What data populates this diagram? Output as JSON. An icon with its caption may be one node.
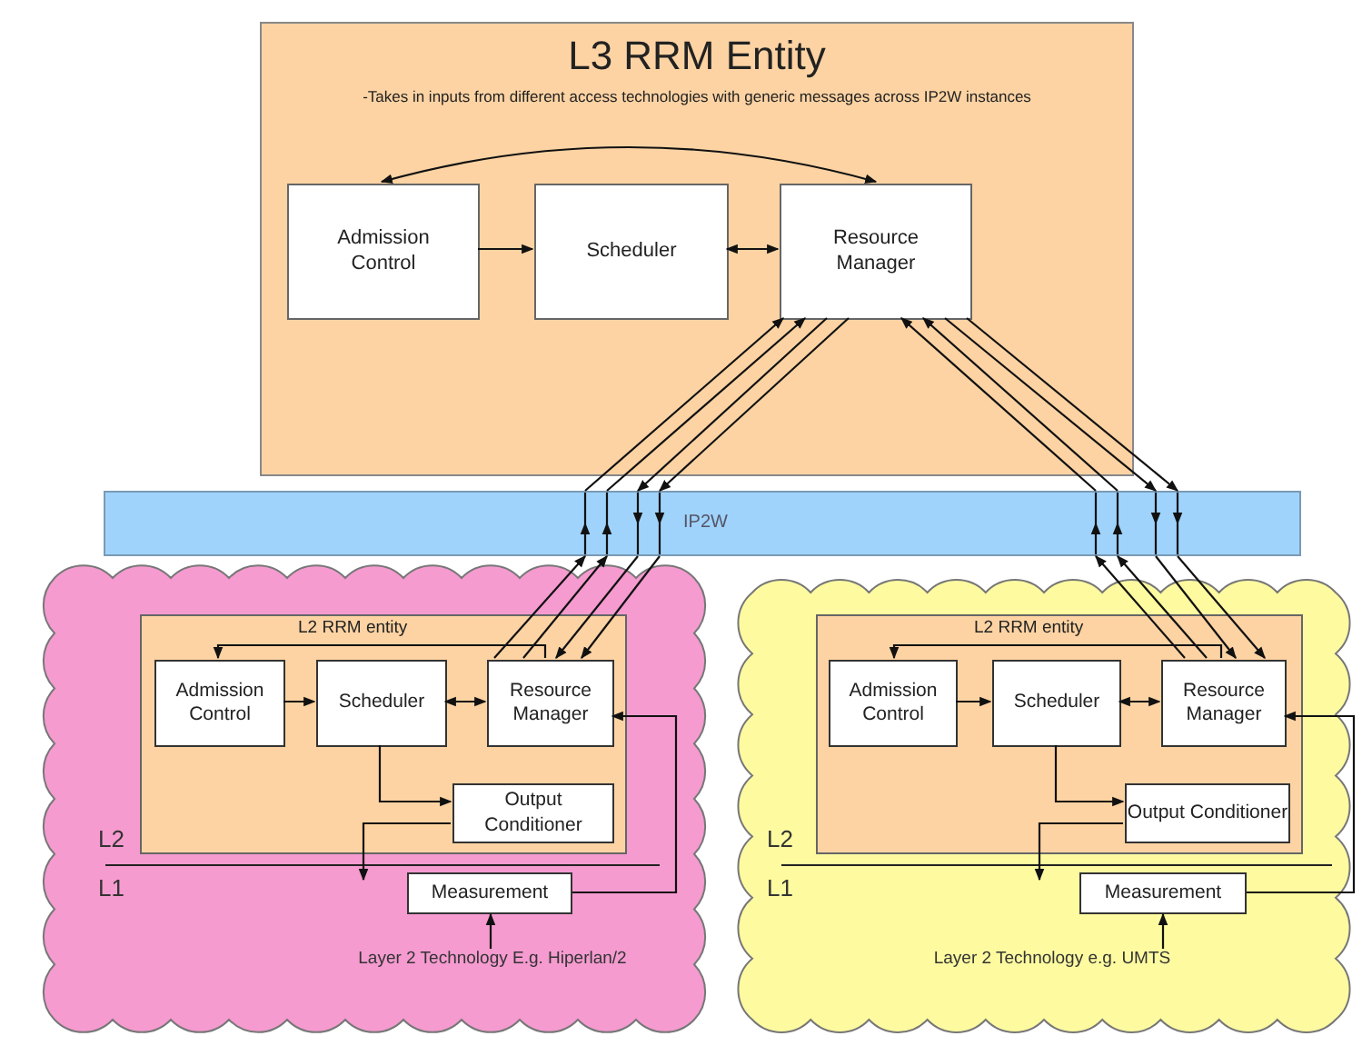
{
  "diagram": {
    "nodes": [
      {
        "text": [
          "L3 RRM Entity",
          "-Takes in inputs from different access technologies with generic messages across IP2W instances"
        ]
      },
      {
        "text": [
          "Admission Control"
        ],
        "in": 0
      },
      {
        "text": [
          "Scheduler"
        ],
        "in": 0
      },
      {
        "text": [
          "Resource Manager"
        ],
        "in": 0
      },
      {
        "text": [
          "IP2W"
        ]
      },
      {
        "text": [],
        "shape": "cloud"
      },
      {
        "text": [
          "L2 RRM entity"
        ],
        "in": 5
      },
      {
        "text": [
          "Admission Control"
        ],
        "in": 6
      },
      {
        "text": [
          "Scheduler"
        ],
        "in": 6
      },
      {
        "text": [
          "Resource Manager"
        ],
        "in": 6
      },
      {
        "text": [
          "Output Conditioner"
        ],
        "in": 6
      },
      {
        "text": [
          "Measurement"
        ],
        "in": 5
      },
      {
        "text": [
          "Layer 2 Technology E.g. Hiperlan/2"
        ],
        "in": 5
      },
      {
        "text": [],
        "shape": "cloud"
      },
      {
        "text": [
          "L2 RRM entity"
        ],
        "in": 13
      },
      {
        "text": [
          "Admission Control"
        ],
        "in": 14
      },
      {
        "text": [
          "Scheduler"
        ],
        "in": 14
      },
      {
        "text": [
          "Resource Manager"
        ],
        "in": 14
      },
      {
        "text": [
          "Output Conditioner"
        ],
        "in": 14
      },
      {
        "text": [
          "Measurement"
        ],
        "in": 13
      },
      {
        "text": [
          "Layer 2 Technology e.g. UMTS"
        ],
        "in": 13
      }
    ],
    "edges": [
      {
        "from": 1,
        "to": 2,
        "arrow": "to"
      },
      {
        "from": 2,
        "to": 3,
        "arrow": "both"
      },
      {
        "from": 3,
        "to": 1,
        "arrow": "both"
      },
      {
        "from": 4,
        "to": 3,
        "arrow": "to"
      },
      {
        "from": 4,
        "to": 3,
        "arrow": "to"
      },
      {
        "from": 3,
        "to": 4,
        "arrow": "to"
      },
      {
        "from": 3,
        "to": 4,
        "arrow": "to"
      },
      {
        "from": 9,
        "to": 4,
        "arrow": "to"
      },
      {
        "from": 9,
        "to": 4,
        "arrow": "to"
      },
      {
        "from": 4,
        "to": 9,
        "arrow": "to"
      },
      {
        "from": 4,
        "to": 9,
        "arrow": "to"
      },
      {
        "from": 4,
        "to": 3,
        "arrow": "to"
      },
      {
        "from": 4,
        "to": 3,
        "arrow": "to"
      },
      {
        "from": 3,
        "to": 4,
        "arrow": "to"
      },
      {
        "from": 3,
        "to": 4,
        "arrow": "to"
      },
      {
        "from": 17,
        "to": 4,
        "arrow": "to"
      },
      {
        "from": 17,
        "to": 4,
        "arrow": "to"
      },
      {
        "from": 4,
        "to": 17,
        "arrow": "to"
      },
      {
        "from": 4,
        "to": 17,
        "arrow": "to"
      },
      {
        "from": 7,
        "to": 8,
        "arrow": "to"
      },
      {
        "from": 8,
        "to": 9,
        "arrow": "both"
      },
      {
        "from": 9,
        "to": 7,
        "arrow": "to"
      },
      {
        "from": 8,
        "to": 10,
        "arrow": "to"
      },
      {
        "from": 10,
        "to": null,
        "arrow": "to"
      },
      {
        "from": 11,
        "to": 9,
        "arrow": "to"
      },
      {
        "from": 12,
        "to": 11,
        "arrow": "to"
      },
      {
        "from": 15,
        "to": 16,
        "arrow": "to"
      },
      {
        "from": 16,
        "to": 17,
        "arrow": "both"
      },
      {
        "from": 17,
        "to": 15,
        "arrow": "to"
      },
      {
        "from": 16,
        "to": 18,
        "arrow": "to"
      },
      {
        "from": 18,
        "to": null,
        "arrow": "to"
      },
      {
        "from": 19,
        "to": 17,
        "arrow": "to"
      },
      {
        "from": 20,
        "to": 19,
        "arrow": "to"
      }
    ],
    "labels": [
      "L2",
      "L1",
      "L2",
      "L1"
    ]
  }
}
